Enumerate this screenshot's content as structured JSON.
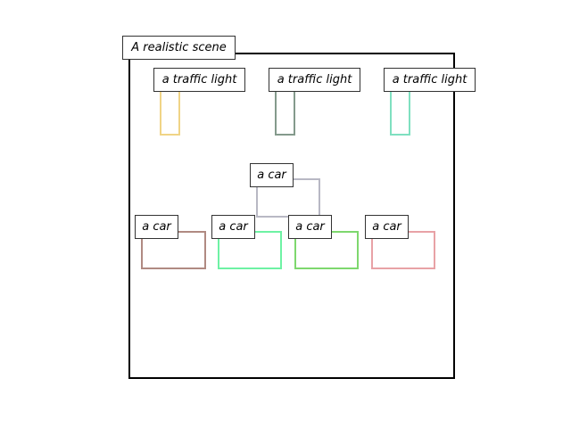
{
  "scene": {
    "title": "A realistic scene"
  },
  "objects": [
    {
      "label": "a traffic light",
      "color": "#f0d486"
    },
    {
      "label": "a traffic light",
      "color": "#849a8c"
    },
    {
      "label": "a traffic light",
      "color": "#7fe0c0"
    },
    {
      "label": "a car",
      "color": "#b8b8c4"
    },
    {
      "label": "a car",
      "color": "#b08a82"
    },
    {
      "label": "a car",
      "color": "#6ef2a4"
    },
    {
      "label": "a car",
      "color": "#7ed86e"
    },
    {
      "label": "a car",
      "color": "#e8a2a6"
    }
  ]
}
